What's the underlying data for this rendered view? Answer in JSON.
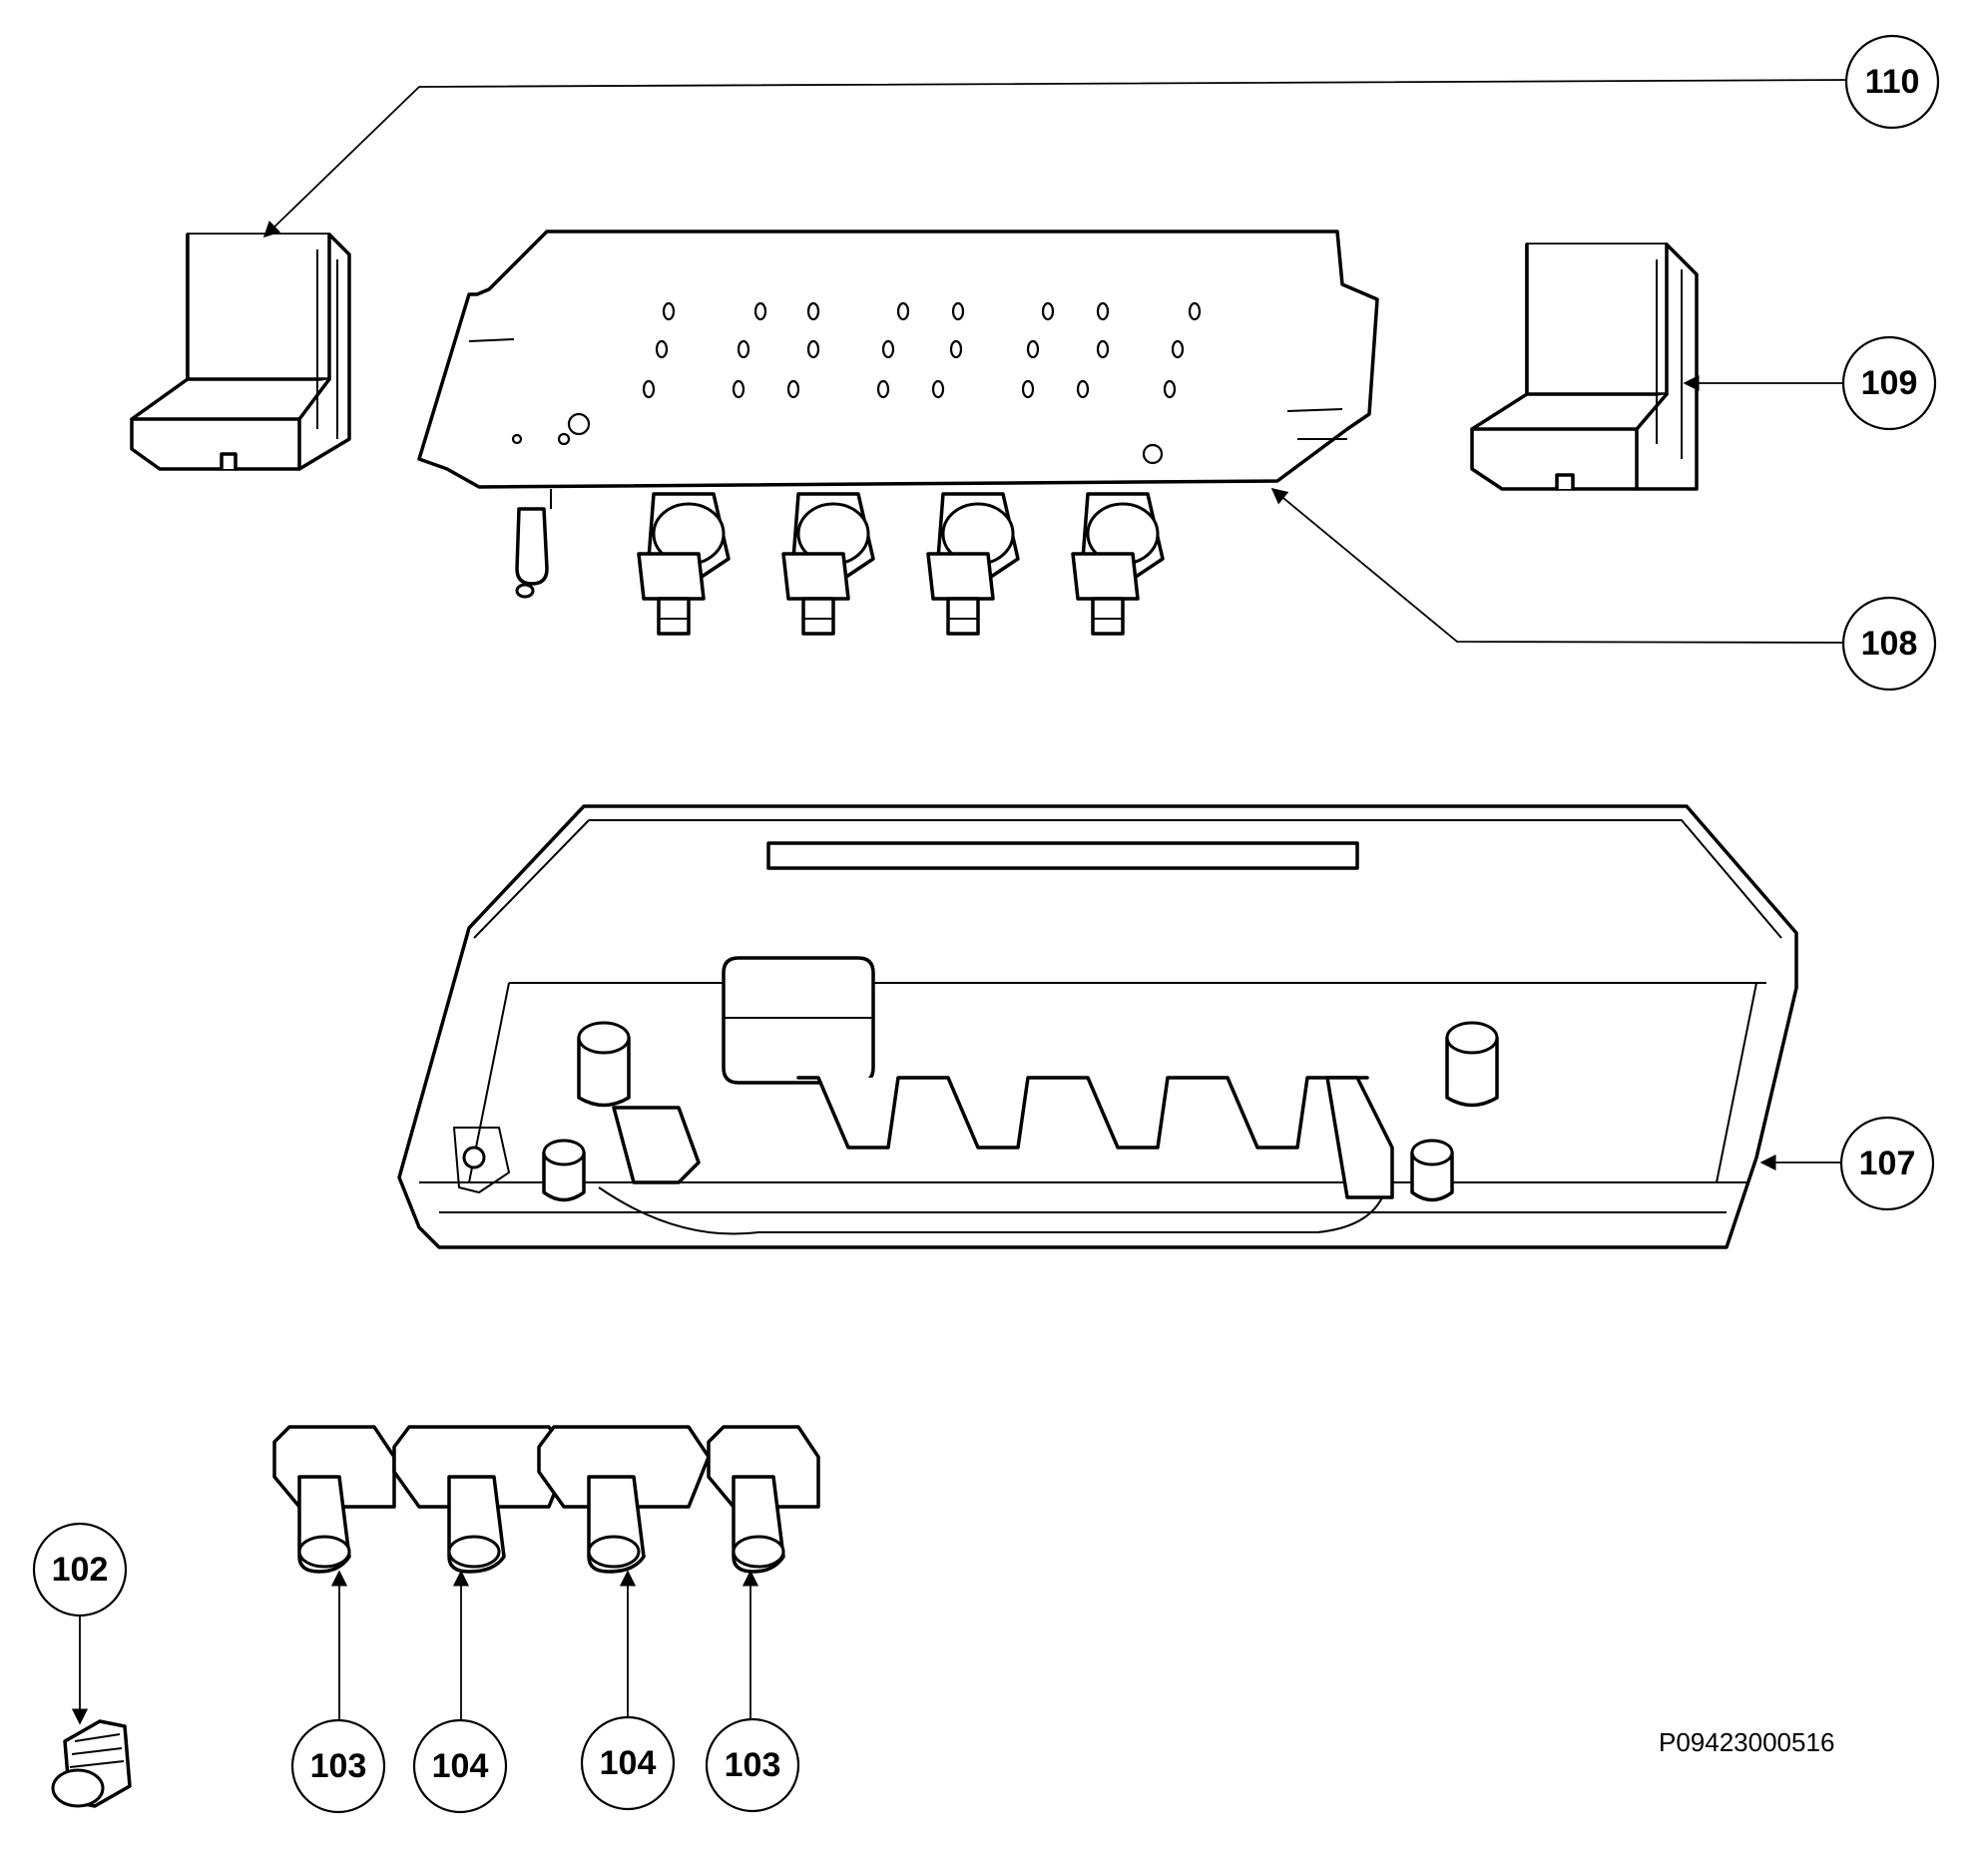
{
  "callouts": {
    "c110": "110",
    "c109": "109",
    "c108": "108",
    "c107": "107",
    "c102": "102",
    "c103a": "103",
    "c104a": "104",
    "c104b": "104",
    "c103b": "103"
  },
  "drawing_code": "P09423000516",
  "colors": {
    "line": "#000000",
    "background": "#ffffff"
  }
}
